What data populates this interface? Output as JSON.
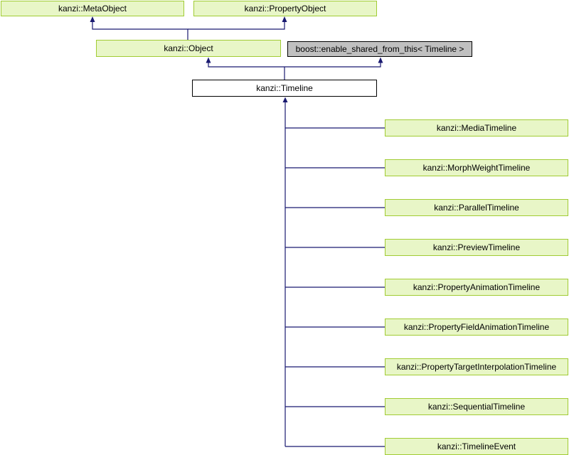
{
  "diagram": {
    "type": "class-inheritance-graph",
    "focus": "kanzi::Timeline",
    "nodes": {
      "metaobject": {
        "label": "kanzi::MetaObject"
      },
      "propertyobject": {
        "label": "kanzi::PropertyObject"
      },
      "object": {
        "label": "kanzi::Object"
      },
      "enable_shared_from_this": {
        "label": "boost::enable_shared_from_this< Timeline >"
      },
      "timeline": {
        "label": "kanzi::Timeline"
      },
      "derived": [
        {
          "label": "kanzi::MediaTimeline"
        },
        {
          "label": "kanzi::MorphWeightTimeline"
        },
        {
          "label": "kanzi::ParallelTimeline"
        },
        {
          "label": "kanzi::PreviewTimeline"
        },
        {
          "label": "kanzi::PropertyAnimationTimeline"
        },
        {
          "label": "kanzi::PropertyFieldAnimationTimeline"
        },
        {
          "label": "kanzi::PropertyTargetInterpolationTimeline"
        },
        {
          "label": "kanzi::SequentialTimeline"
        },
        {
          "label": "kanzi::TimelineEvent"
        }
      ]
    },
    "relationships": {
      "bases_of_object": [
        "kanzi::MetaObject",
        "kanzi::PropertyObject"
      ],
      "bases_of_timeline": [
        "kanzi::Object",
        "boost::enable_shared_from_this< Timeline >"
      ],
      "derived_from_timeline": [
        "kanzi::MediaTimeline",
        "kanzi::MorphWeightTimeline",
        "kanzi::ParallelTimeline",
        "kanzi::PreviewTimeline",
        "kanzi::PropertyAnimationTimeline",
        "kanzi::PropertyFieldAnimationTimeline",
        "kanzi::PropertyTargetInterpolationTimeline",
        "kanzi::SequentialTimeline",
        "kanzi::TimelineEvent"
      ]
    },
    "colors": {
      "class_box_fill": "#E8F6C7",
      "class_box_border": "#A1CC34",
      "external_box_fill": "#C0C0C0",
      "external_box_border": "#000000",
      "focus_box_fill": "#FFFFFF",
      "focus_box_border": "#000000",
      "edge_line": "#191970",
      "text": "#000000",
      "background": "#FFFFFF"
    }
  }
}
